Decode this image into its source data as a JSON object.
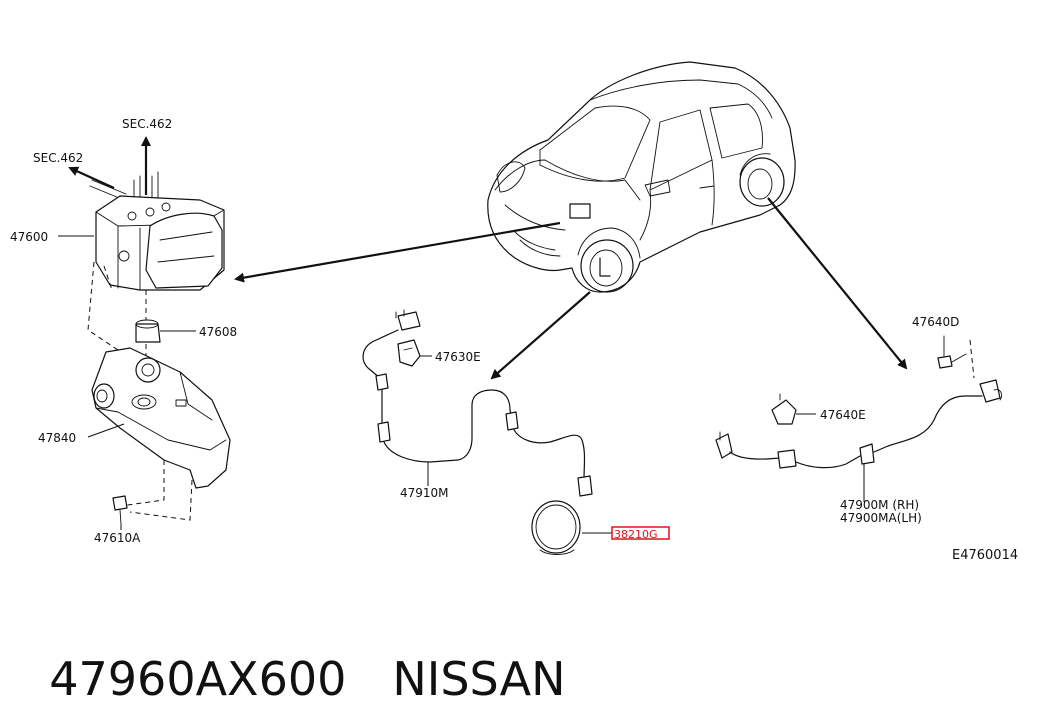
{
  "diagram": {
    "labels": {
      "sec_top": "SEC.462",
      "sec_left": "SEC.462",
      "p47600": "47600",
      "p47608": "47608",
      "p47840": "47840",
      "p47610a": "47610A",
      "p47630e": "47630E",
      "p47910m": "47910M",
      "p38210g": "38210G",
      "p47640d": "47640D",
      "p47640e": "47640E",
      "p47900m": "47900M (RH)",
      "p47900ma": "47900MA(LH)",
      "code": "E4760014"
    },
    "highlight_color": "#e0121b"
  },
  "footer": {
    "part_number": "47960AX600",
    "brand": "NISSAN"
  }
}
